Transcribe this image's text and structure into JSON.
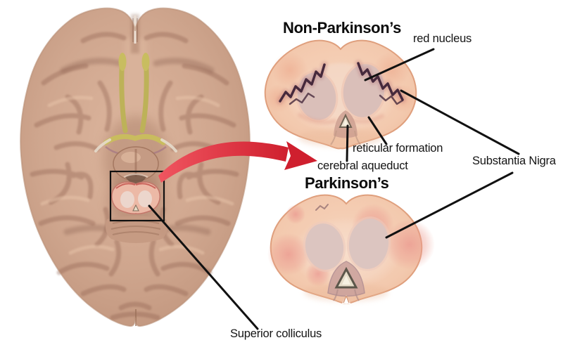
{
  "figure": {
    "sections": {
      "non_parkinsons": {
        "title": "Non-Parkinson’s"
      },
      "parkinsons": {
        "title": "Parkinson’s"
      }
    },
    "labels": {
      "red_nucleus": "red nucleus",
      "reticular_formation": "reticular formation",
      "cerebral_aqueduct": "cerebral aqueduct",
      "substantia_nigra": "Substantia Nigra",
      "superior_colliculus": "Superior colliculus"
    },
    "colors": {
      "background": "#ffffff",
      "annotation_text": "#141414",
      "callout_line": "#111111",
      "zoom_arrow_red": "#d92a35",
      "brain_tissue": "#cda189",
      "midbrain_section_tissue": "#f3c9ae",
      "substantia_nigra_pigment": "#46293c",
      "parkinsons_flush": "#ea958d",
      "olfactory_tract_yellow": "#bdb258"
    }
  }
}
